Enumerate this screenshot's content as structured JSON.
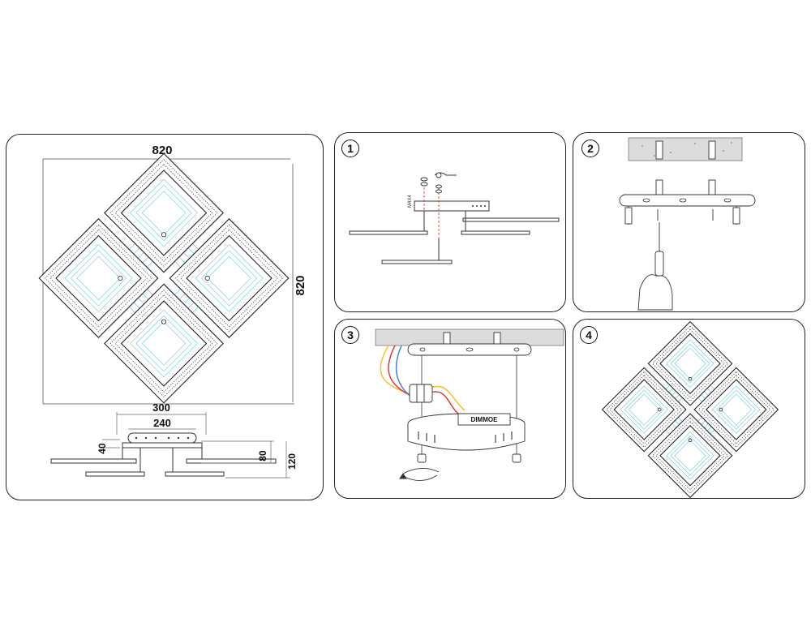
{
  "dimensions": {
    "width_top": "820",
    "height_side": "820",
    "base_width": "300",
    "plate_width": "240",
    "plate_height": "40",
    "body_height": "80",
    "total_height": "120"
  },
  "steps": {
    "step1": "1",
    "step2": "2",
    "step3": "3",
    "step4": "4"
  },
  "step3_label": "DIMMOE",
  "colors": {
    "line": "#222222",
    "led": "#6ec8e0",
    "wire_red": "#e03a3a",
    "wire_yellow": "#f2c230",
    "wire_blue": "#4a7fd6",
    "ceiling": "#dcdcdc"
  }
}
